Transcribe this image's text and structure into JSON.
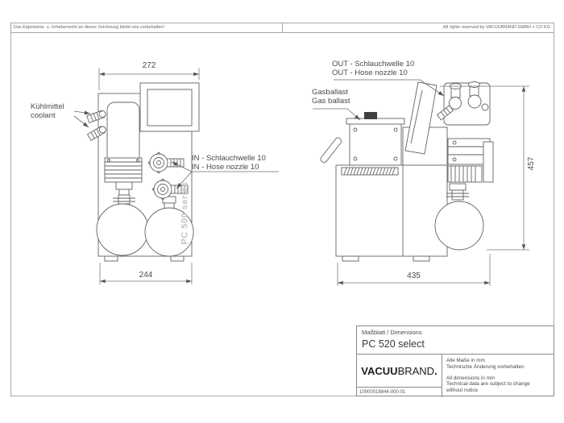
{
  "page": {
    "header_left": "Das Eigentums- u. Urheberrecht an dieser Zeichnung bleibt uns vorbehalten!",
    "header_right": "All rights reserved by VACUUBRAND GMBH + CO KG"
  },
  "front_view": {
    "dim_width_top": "272",
    "dim_width_bottom": "244",
    "label_coolant_de": "Kühlmittel",
    "label_coolant_en": "coolant",
    "label_in_de": "IN - Schlauchwelle 10",
    "label_in_en": "IN - Hose nozzle 10",
    "housing_print": "PC 500 series"
  },
  "side_view": {
    "dim_height": "457",
    "dim_width": "435",
    "label_out_de": "OUT - Schlauchwelle 10",
    "label_out_en": "OUT - Hose nozzle 10",
    "label_gasballast_de": "Gasballast",
    "label_gasballast_en": "Gas ballast"
  },
  "title_block": {
    "sheet_type": "Maßblatt / Dimensions",
    "product_name": "PC 520 select",
    "brand": {
      "bold": "VACUU",
      "regular": "BRAND",
      "dot": "."
    },
    "note_de_line1": "Alle Maße in mm",
    "note_de_line2": "Technische Änderung vorbehalten",
    "note_en_line1": "All dimensions in mm",
    "note_en_line2": "Technical data are subject to change",
    "note_en_line3": "without notice",
    "document_number": "10000018844-000-01"
  }
}
